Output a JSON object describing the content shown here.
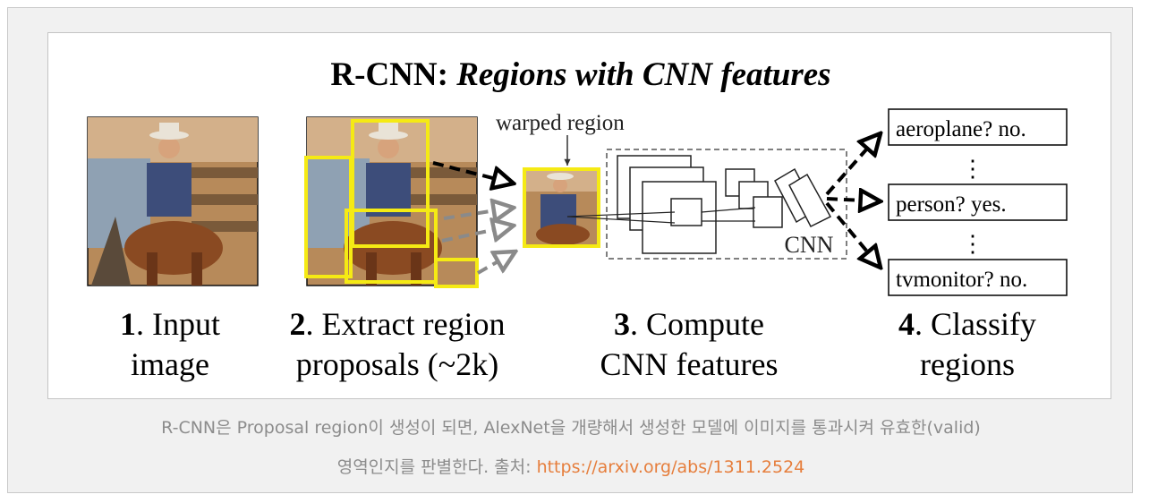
{
  "diagram": {
    "title_prefix": "R-CNN:",
    "title_italic": "Regions with CNN features",
    "warped_label": "warped region",
    "cnn_label": "CNN",
    "classes": [
      "aeroplane? no.",
      "person? yes.",
      "tvmonitor? no."
    ],
    "ellipsis": "⋮",
    "steps": [
      {
        "num": "1",
        "line1": ". Input",
        "line2": "image"
      },
      {
        "num": "2",
        "line1": ". Extract region",
        "line2": "proposals (~2k)"
      },
      {
        "num": "3",
        "line1": ". Compute",
        "line2": "CNN features"
      },
      {
        "num": "4",
        "line1": ". Classify",
        "line2": "regions"
      }
    ]
  },
  "caption": {
    "text": "R-CNN은 Proposal region이 생성이 되면, AlexNet을 개량해서 생성한 모델에 이미지를 통과시켜 유효한(valid)",
    "text2": "영역인지를 판별한다. 출처: ",
    "link": "https://arxiv.org/abs/1311.2524"
  },
  "colors": {
    "highlight": "#f5ea14",
    "link": "#e67e3c",
    "caption": "#8c8c8c"
  }
}
